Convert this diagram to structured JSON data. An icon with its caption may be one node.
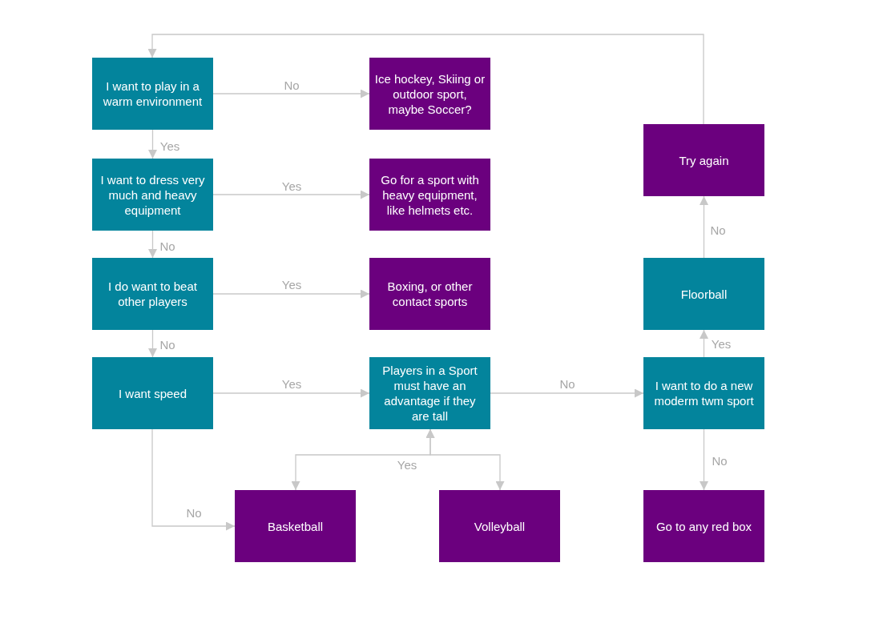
{
  "diagram": {
    "nodes": [
      {
        "text": [
          "I want to play in a warm environment"
        ]
      },
      {
        "text": [
          "Ice hockey, Skiing or outdoor sport, maybe Soccer?"
        ]
      },
      {
        "text": [
          "I want to dress very much and heavy equipment"
        ]
      },
      {
        "text": [
          "Go for a sport with heavy equipment, like helmets etc."
        ]
      },
      {
        "text": [
          "I do want to beat other players"
        ]
      },
      {
        "text": [
          "Boxing, or other contact sports"
        ]
      },
      {
        "text": [
          "I want speed"
        ]
      },
      {
        "text": [
          "Players in a Sport must have an advantage if they are tall"
        ]
      },
      {
        "text": [
          "Try again"
        ]
      },
      {
        "text": [
          "Floorball"
        ]
      },
      {
        "text": [
          "I want to do a new moderm twm sport"
        ]
      },
      {
        "text": [
          "Basketball"
        ]
      },
      {
        "text": [
          "Volleyball"
        ]
      },
      {
        "text": [
          "Go to any red box"
        ]
      }
    ],
    "edges": [
      {
        "from": 0,
        "to": 1,
        "arrow": "to",
        "label": "No"
      },
      {
        "from": 0,
        "to": 2,
        "arrow": "to",
        "label": "Yes"
      },
      {
        "from": 2,
        "to": 3,
        "arrow": "to",
        "label": "Yes"
      },
      {
        "from": 2,
        "to": 4,
        "arrow": "to",
        "label": "No"
      },
      {
        "from": 4,
        "to": 5,
        "arrow": "to",
        "label": "Yes"
      },
      {
        "from": 4,
        "to": 6,
        "arrow": "to",
        "label": "No"
      },
      {
        "from": 6,
        "to": 7,
        "arrow": "to",
        "label": "Yes"
      },
      {
        "from": 7,
        "to": 10,
        "arrow": "to",
        "label": "No"
      },
      {
        "from": 10,
        "to": 9,
        "arrow": "to",
        "label": "Yes"
      },
      {
        "from": 9,
        "to": 8,
        "arrow": "to",
        "label": "No"
      },
      {
        "from": 10,
        "to": 13,
        "arrow": "to",
        "label": "No"
      },
      {
        "from": 6,
        "to": 11,
        "arrow": "to",
        "label": "No"
      },
      {
        "from": 8,
        "to": 0,
        "arrow": "to"
      },
      {
        "from": 7,
        "to": 11,
        "arrow": "both",
        "label": "Yes"
      },
      {
        "from": 7,
        "to": 12,
        "arrow": "both"
      }
    ]
  }
}
